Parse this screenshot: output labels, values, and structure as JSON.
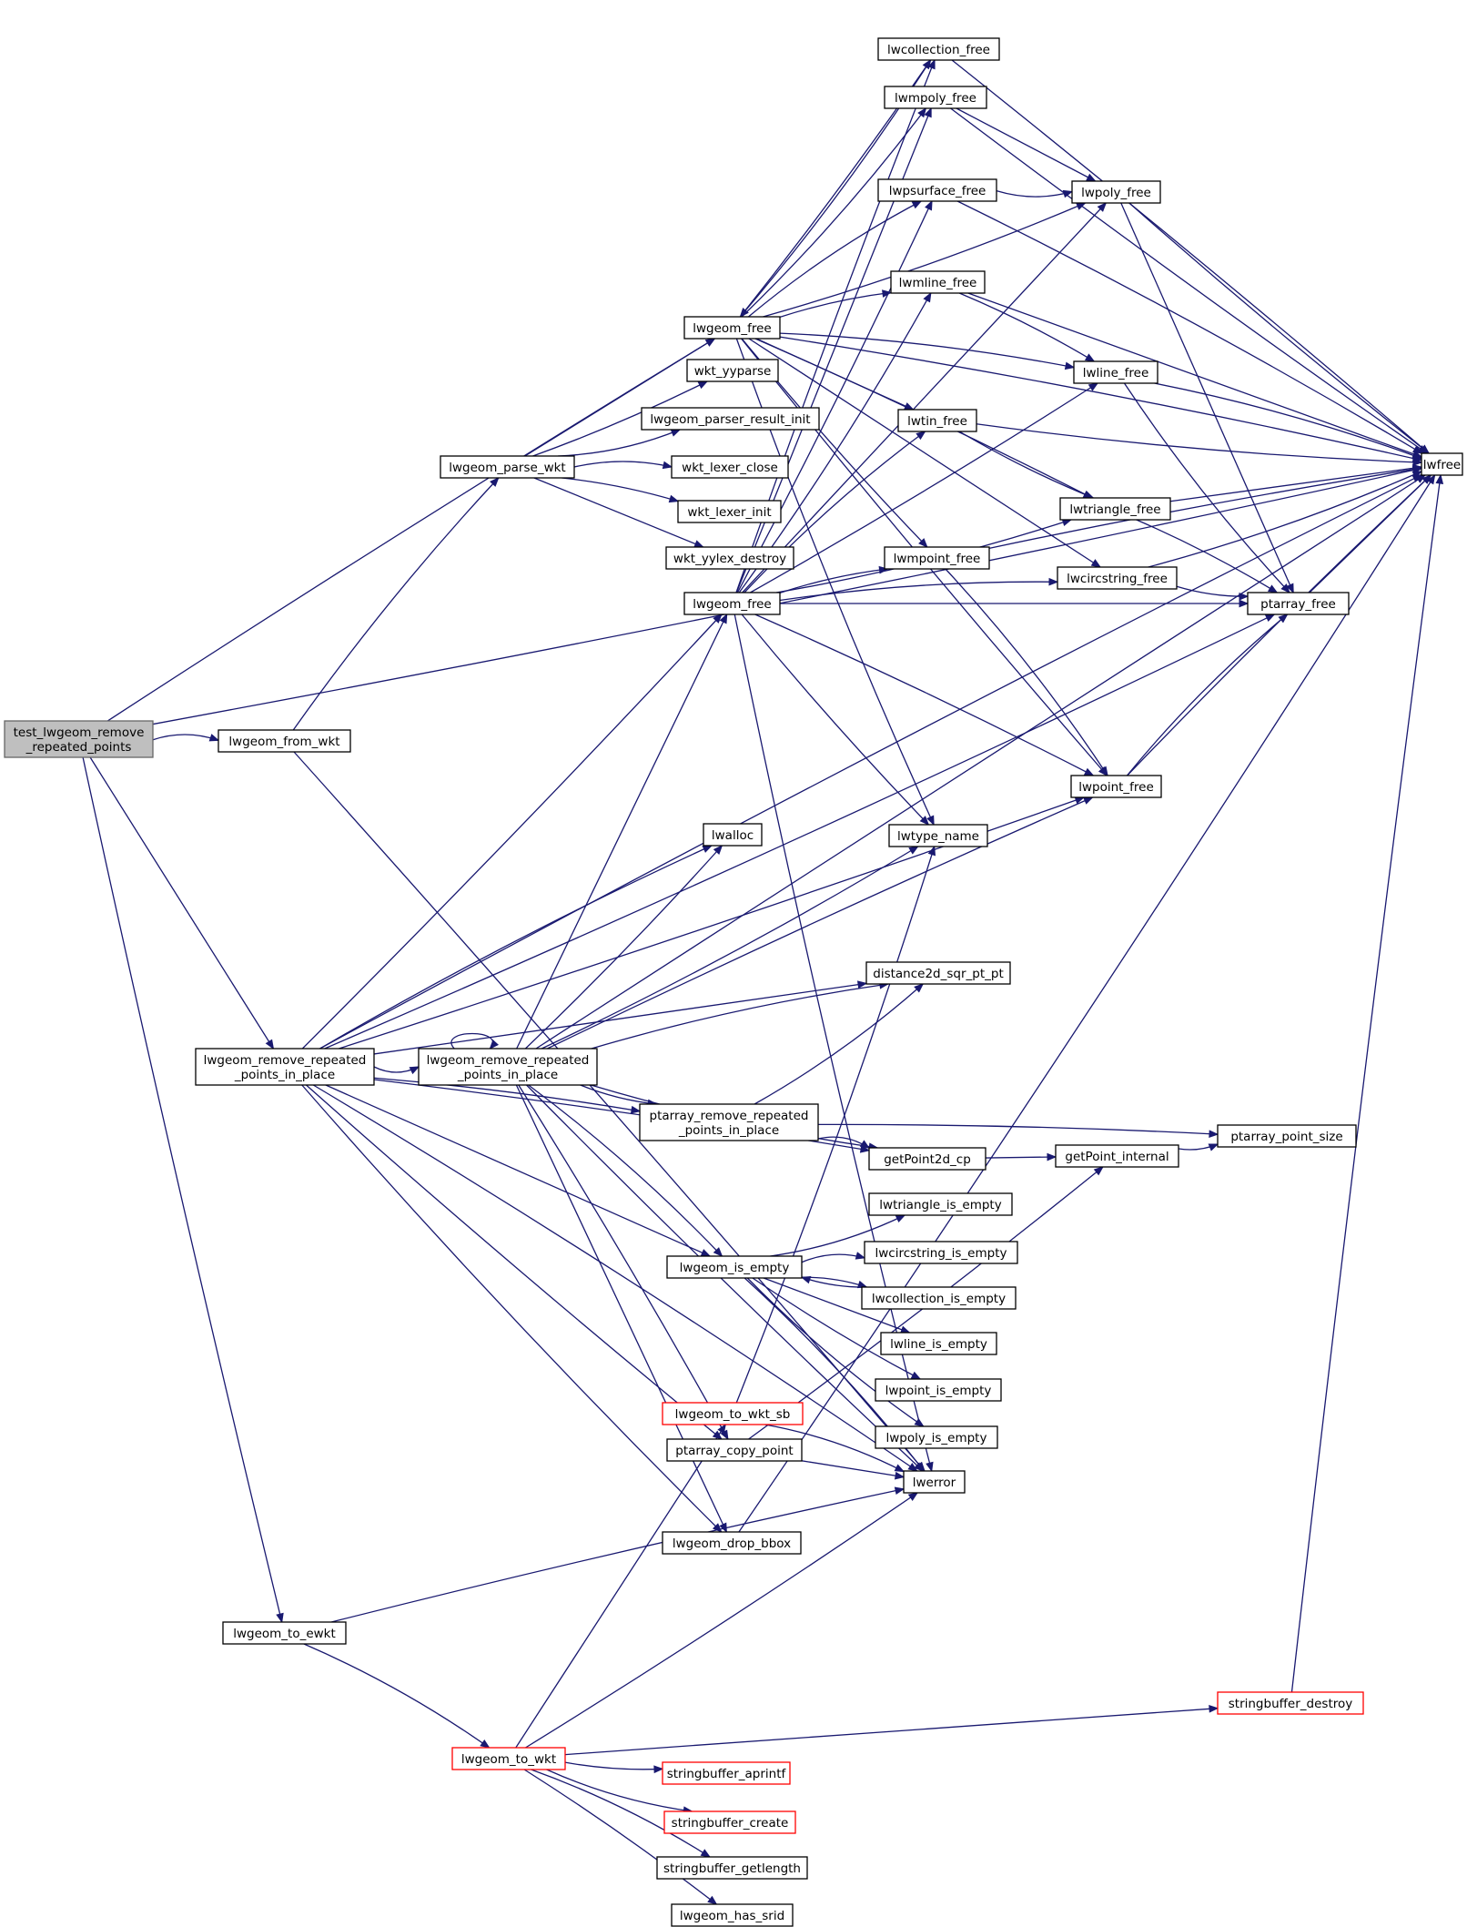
{
  "colors": {
    "edge": "#191970",
    "node_border": "#000000",
    "root_fill": "#bfbfbf",
    "root_border": "#666666",
    "truncated_border": "#ff0000"
  },
  "nodes": [
    {
      "id": "root",
      "lines": [
        "test_lwgeom_remove",
        "_repeated_points"
      ],
      "style": "root"
    },
    {
      "id": "from_wkt",
      "lines": [
        "lwgeom_from_wkt"
      ]
    },
    {
      "id": "rrp",
      "lines": [
        "lwgeom_remove_repeated",
        "_points_in_place"
      ]
    },
    {
      "id": "to_ewkt",
      "lines": [
        "lwgeom_to_ewkt"
      ]
    },
    {
      "id": "parse_wkt",
      "lines": [
        "lwgeom_parse_wkt"
      ]
    },
    {
      "id": "free_top",
      "lines": [
        "lwgeom_free"
      ]
    },
    {
      "id": "free_mid",
      "lines": [
        "lwgeom_free"
      ]
    },
    {
      "id": "rrp2",
      "lines": [
        "lwgeom_remove_repeated",
        "_points_in_place"
      ]
    },
    {
      "id": "wkt_yyparse",
      "lines": [
        "wkt_yyparse"
      ]
    },
    {
      "id": "parser_init",
      "lines": [
        "lwgeom_parser_result_init"
      ]
    },
    {
      "id": "lexer_close",
      "lines": [
        "wkt_lexer_close"
      ]
    },
    {
      "id": "lexer_init",
      "lines": [
        "wkt_lexer_init"
      ]
    },
    {
      "id": "yylex_destroy",
      "lines": [
        "wkt_yylex_destroy"
      ]
    },
    {
      "id": "lwalloc",
      "lines": [
        "lwalloc"
      ]
    },
    {
      "id": "pa_rrp",
      "lines": [
        "ptarray_remove_repeated",
        "_points_in_place"
      ]
    },
    {
      "id": "is_empty",
      "lines": [
        "lwgeom_is_empty"
      ]
    },
    {
      "id": "to_wkt_sb",
      "lines": [
        "lwgeom_to_wkt_sb"
      ],
      "style": "red"
    },
    {
      "id": "copy_point",
      "lines": [
        "ptarray_copy_point"
      ]
    },
    {
      "id": "drop_bbox",
      "lines": [
        "lwgeom_drop_bbox"
      ]
    },
    {
      "id": "to_wkt",
      "lines": [
        "lwgeom_to_wkt"
      ],
      "style": "red"
    },
    {
      "id": "sb_aprintf",
      "lines": [
        "stringbuffer_aprintf"
      ],
      "style": "red"
    },
    {
      "id": "sb_create",
      "lines": [
        "stringbuffer_create"
      ],
      "style": "red"
    },
    {
      "id": "sb_getlength",
      "lines": [
        "stringbuffer_getlength"
      ]
    },
    {
      "id": "has_srid",
      "lines": [
        "lwgeom_has_srid"
      ]
    },
    {
      "id": "coll_free",
      "lines": [
        "lwcollection_free"
      ]
    },
    {
      "id": "mpoly_free",
      "lines": [
        "lwmpoly_free"
      ]
    },
    {
      "id": "psurf_free",
      "lines": [
        "lwpsurface_free"
      ]
    },
    {
      "id": "mline_free",
      "lines": [
        "lwmline_free"
      ]
    },
    {
      "id": "tin_free",
      "lines": [
        "lwtin_free"
      ]
    },
    {
      "id": "mpoint_free",
      "lines": [
        "lwmpoint_free"
      ]
    },
    {
      "id": "type_name",
      "lines": [
        "lwtype_name"
      ]
    },
    {
      "id": "d2d",
      "lines": [
        "distance2d_sqr_pt_pt"
      ]
    },
    {
      "id": "gp2d",
      "lines": [
        "getPoint2d_cp"
      ]
    },
    {
      "id": "tri_empty",
      "lines": [
        "lwtriangle_is_empty"
      ]
    },
    {
      "id": "circ_empty",
      "lines": [
        "lwcircstring_is_empty"
      ]
    },
    {
      "id": "coll_empty",
      "lines": [
        "lwcollection_is_empty"
      ]
    },
    {
      "id": "line_empty",
      "lines": [
        "lwline_is_empty"
      ]
    },
    {
      "id": "point_empty",
      "lines": [
        "lwpoint_is_empty"
      ]
    },
    {
      "id": "poly_empty",
      "lines": [
        "lwpoly_is_empty"
      ]
    },
    {
      "id": "lwerror",
      "lines": [
        "lwerror"
      ]
    },
    {
      "id": "poly_free",
      "lines": [
        "lwpoly_free"
      ]
    },
    {
      "id": "line_free",
      "lines": [
        "lwline_free"
      ]
    },
    {
      "id": "tri_free",
      "lines": [
        "lwtriangle_free"
      ]
    },
    {
      "id": "circ_free",
      "lines": [
        "lwcircstring_free"
      ]
    },
    {
      "id": "point_free",
      "lines": [
        "lwpoint_free"
      ]
    },
    {
      "id": "gp_internal",
      "lines": [
        "getPoint_internal"
      ]
    },
    {
      "id": "pa_free",
      "lines": [
        "ptarray_free"
      ]
    },
    {
      "id": "pt_size",
      "lines": [
        "ptarray_point_size"
      ]
    },
    {
      "id": "sb_destroy",
      "lines": [
        "stringbuffer_destroy"
      ],
      "style": "red"
    },
    {
      "id": "lwfree",
      "lines": [
        "lwfree"
      ]
    }
  ],
  "edges": [
    [
      "root",
      "from_wkt"
    ],
    [
      "root",
      "free_top"
    ],
    [
      "root",
      "rrp"
    ],
    [
      "root",
      "to_ewkt"
    ],
    [
      "root",
      "lwfree"
    ],
    [
      "from_wkt",
      "parse_wkt"
    ],
    [
      "from_wkt",
      "lwerror"
    ],
    [
      "parse_wkt",
      "free_top"
    ],
    [
      "parse_wkt",
      "wkt_yyparse"
    ],
    [
      "parse_wkt",
      "parser_init"
    ],
    [
      "parse_wkt",
      "lexer_close"
    ],
    [
      "parse_wkt",
      "lexer_init"
    ],
    [
      "parse_wkt",
      "yylex_destroy"
    ],
    [
      "free_top",
      "coll_free"
    ],
    [
      "free_top",
      "mpoly_free"
    ],
    [
      "free_top",
      "psurf_free"
    ],
    [
      "free_top",
      "mline_free"
    ],
    [
      "free_top",
      "tin_free"
    ],
    [
      "free_top",
      "mpoint_free"
    ],
    [
      "free_top",
      "poly_free"
    ],
    [
      "free_top",
      "line_free"
    ],
    [
      "free_top",
      "tri_free"
    ],
    [
      "free_top",
      "circ_free"
    ],
    [
      "free_top",
      "point_free"
    ],
    [
      "free_top",
      "type_name"
    ],
    [
      "free_top",
      "lwfree"
    ],
    [
      "free_mid",
      "coll_free"
    ],
    [
      "free_mid",
      "mpoly_free"
    ],
    [
      "free_mid",
      "psurf_free"
    ],
    [
      "free_mid",
      "mline_free"
    ],
    [
      "free_mid",
      "tin_free"
    ],
    [
      "free_mid",
      "mpoint_free"
    ],
    [
      "free_mid",
      "poly_free"
    ],
    [
      "free_mid",
      "line_free"
    ],
    [
      "free_mid",
      "tri_free"
    ],
    [
      "free_mid",
      "circ_free"
    ],
    [
      "free_mid",
      "point_free"
    ],
    [
      "free_mid",
      "pa_free"
    ],
    [
      "free_mid",
      "type_name"
    ],
    [
      "free_mid",
      "lwerror"
    ],
    [
      "coll_free",
      "free_top"
    ],
    [
      "coll_free",
      "lwfree"
    ],
    [
      "mpoly_free",
      "poly_free"
    ],
    [
      "mpoly_free",
      "lwfree"
    ],
    [
      "psurf_free",
      "poly_free"
    ],
    [
      "psurf_free",
      "lwfree"
    ],
    [
      "mline_free",
      "line_free"
    ],
    [
      "mline_free",
      "lwfree"
    ],
    [
      "tin_free",
      "tri_free"
    ],
    [
      "tin_free",
      "lwfree"
    ],
    [
      "mpoint_free",
      "point_free"
    ],
    [
      "mpoint_free",
      "lwfree"
    ],
    [
      "poly_free",
      "pa_free"
    ],
    [
      "poly_free",
      "lwfree"
    ],
    [
      "line_free",
      "pa_free"
    ],
    [
      "line_free",
      "lwfree"
    ],
    [
      "tri_free",
      "pa_free"
    ],
    [
      "tri_free",
      "lwfree"
    ],
    [
      "circ_free",
      "pa_free"
    ],
    [
      "circ_free",
      "lwfree"
    ],
    [
      "point_free",
      "pa_free"
    ],
    [
      "point_free",
      "lwfree"
    ],
    [
      "pa_free",
      "lwfree"
    ],
    [
      "rrp",
      "free_mid"
    ],
    [
      "rrp",
      "rrp2"
    ],
    [
      "rrp",
      "lwalloc"
    ],
    [
      "rrp",
      "pa_rrp"
    ],
    [
      "rrp",
      "is_empty"
    ],
    [
      "rrp",
      "copy_point"
    ],
    [
      "rrp",
      "drop_bbox"
    ],
    [
      "rrp",
      "lwerror"
    ],
    [
      "rrp",
      "gp2d"
    ],
    [
      "rrp",
      "d2d"
    ],
    [
      "rrp",
      "point_free"
    ],
    [
      "rrp",
      "pa_free"
    ],
    [
      "rrp",
      "lwfree"
    ],
    [
      "rrp2",
      "rrp2"
    ],
    [
      "rrp2",
      "free_mid"
    ],
    [
      "rrp2",
      "lwalloc"
    ],
    [
      "rrp2",
      "type_name"
    ],
    [
      "rrp2",
      "d2d"
    ],
    [
      "rrp2",
      "point_free"
    ],
    [
      "rrp2",
      "lwfree"
    ],
    [
      "rrp2",
      "pa_rrp"
    ],
    [
      "rrp2",
      "gp2d"
    ],
    [
      "rrp2",
      "is_empty"
    ],
    [
      "rrp2",
      "copy_point"
    ],
    [
      "rrp2",
      "drop_bbox"
    ],
    [
      "rrp2",
      "lwerror"
    ],
    [
      "pa_rrp",
      "d2d"
    ],
    [
      "pa_rrp",
      "gp2d"
    ],
    [
      "pa_rrp",
      "pt_size"
    ],
    [
      "gp2d",
      "gp_internal"
    ],
    [
      "gp_internal",
      "pt_size"
    ],
    [
      "is_empty",
      "tri_empty"
    ],
    [
      "is_empty",
      "circ_empty"
    ],
    [
      "is_empty",
      "coll_empty"
    ],
    [
      "is_empty",
      "line_empty"
    ],
    [
      "is_empty",
      "point_empty"
    ],
    [
      "is_empty",
      "poly_empty"
    ],
    [
      "is_empty",
      "lwerror"
    ],
    [
      "coll_empty",
      "is_empty"
    ],
    [
      "copy_point",
      "lwerror"
    ],
    [
      "copy_point",
      "gp_internal"
    ],
    [
      "drop_bbox",
      "lwfree"
    ],
    [
      "to_ewkt",
      "to_wkt"
    ],
    [
      "to_ewkt",
      "lwerror"
    ],
    [
      "to_wkt",
      "to_wkt_sb"
    ],
    [
      "to_wkt",
      "sb_aprintf"
    ],
    [
      "to_wkt",
      "sb_create"
    ],
    [
      "to_wkt",
      "sb_getlength"
    ],
    [
      "to_wkt",
      "has_srid"
    ],
    [
      "to_wkt",
      "sb_destroy"
    ],
    [
      "to_wkt",
      "lwerror"
    ],
    [
      "to_wkt_sb",
      "type_name"
    ],
    [
      "to_wkt_sb",
      "lwerror"
    ],
    [
      "sb_destroy",
      "lwfree"
    ]
  ]
}
